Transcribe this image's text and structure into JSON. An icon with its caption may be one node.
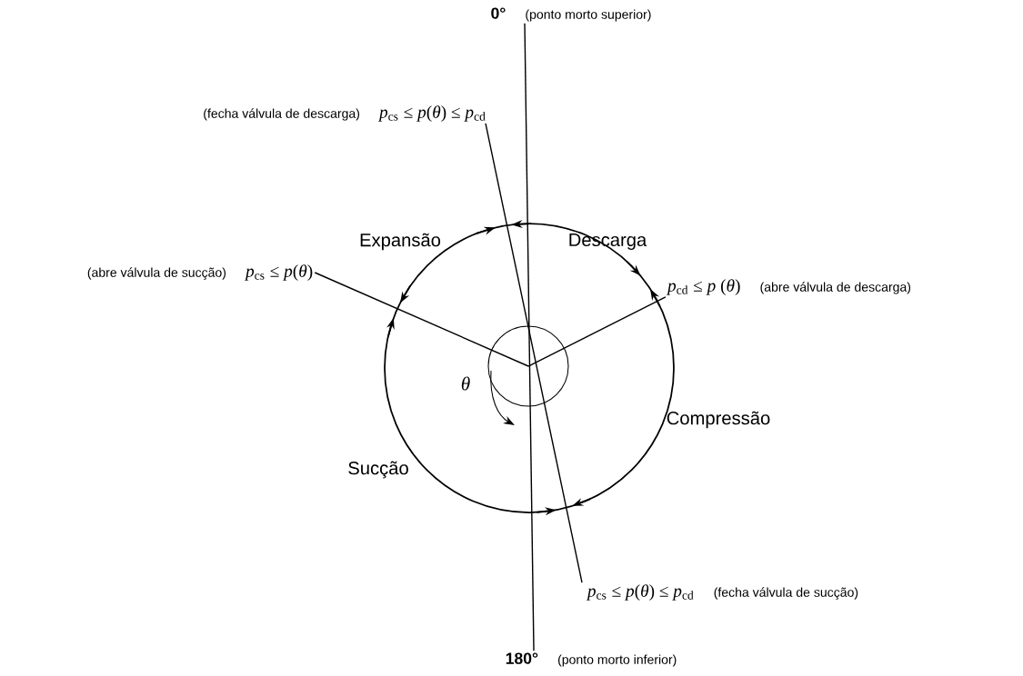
{
  "diagram": {
    "nodes": [
      {
        "text": [
          "0°",
          "(ponto morto superior)"
        ]
      },
      {
        "text": [
          "(fecha válvula de descarga)",
          "*p*$_{cs}$ ≤ *p*(*θ*) ≤ *p*$_{cd}$"
        ]
      },
      {
        "text": [
          "(abre válvula de sucção)",
          "*p*$_{cs}$ ≤ *p*(*θ*)"
        ]
      },
      {
        "text": [
          "*p*$_{cd}$ ≤ *p* (*θ*)",
          "(abre válvula de descarga)"
        ]
      },
      {
        "text": [
          "*p*$_{cs}$ ≤ *p*(*θ*) ≤ *p*$_{cd}$",
          "(fecha válvula de sucção)"
        ]
      },
      {
        "text": [
          "180°",
          "(ponto morto inferior)"
        ]
      },
      {
        "text": [],
        "shape": "circle"
      }
    ],
    "edges": [
      {
        "from": 0,
        "to": 5,
        "arrow": "none"
      },
      {
        "from": 1,
        "to": 4,
        "arrow": "none"
      },
      {
        "from": 2,
        "to": 6,
        "arrow": "none"
      },
      {
        "from": 3,
        "to": 6,
        "arrow": "none"
      }
    ],
    "labels": [
      "Expansão",
      "Descarga",
      "θ",
      "Compressão",
      "Sucção"
    ]
  }
}
